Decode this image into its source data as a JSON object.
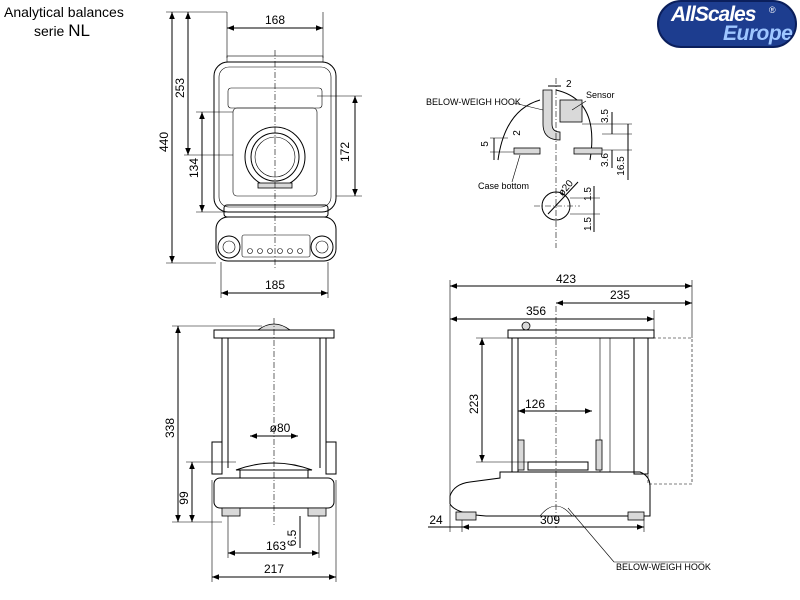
{
  "header": {
    "line1": "Analytical balances",
    "line2_prefix": "serie ",
    "line2_model": "NL"
  },
  "logo": {
    "brand": "AllScales",
    "registered": "®",
    "region": "Europe",
    "colors": {
      "background": "#1d3d8f",
      "text": "#ffffff",
      "accent": "#9ec6ff"
    }
  },
  "front_view": {
    "width_top": "168",
    "height_total": "440",
    "height_upper": "253",
    "height_chamber": "172",
    "height_pan": "134",
    "width_base": "185"
  },
  "hook_detail": {
    "label_hook": "BELOW-WEIGH HOOK",
    "label_sensor": "Sensor",
    "label_case_bottom": "Case bottom",
    "dim_2_top": "2",
    "dim_2_side": "2",
    "dim_5": "5",
    "dim_3_5": "3.5",
    "dim_3_6": "3.6",
    "dim_16_5": "16.5",
    "dim_phi20": "ø20",
    "dim_1_5a": "1.5",
    "dim_1_5b": "1.5"
  },
  "rear_view": {
    "height_total": "338",
    "height_base": "99",
    "pan_diameter": "ø80",
    "dim_6_5": "6.5",
    "width_feet": "163",
    "width_total": "217"
  },
  "side_view": {
    "depth_total": "423",
    "depth_rear": "235",
    "depth_chamber": "356",
    "height_chamber": "223",
    "depth_pan": "126",
    "depth_front": "24",
    "depth_base": "309",
    "label_hook": "BELOW-WEIGH HOOK"
  }
}
